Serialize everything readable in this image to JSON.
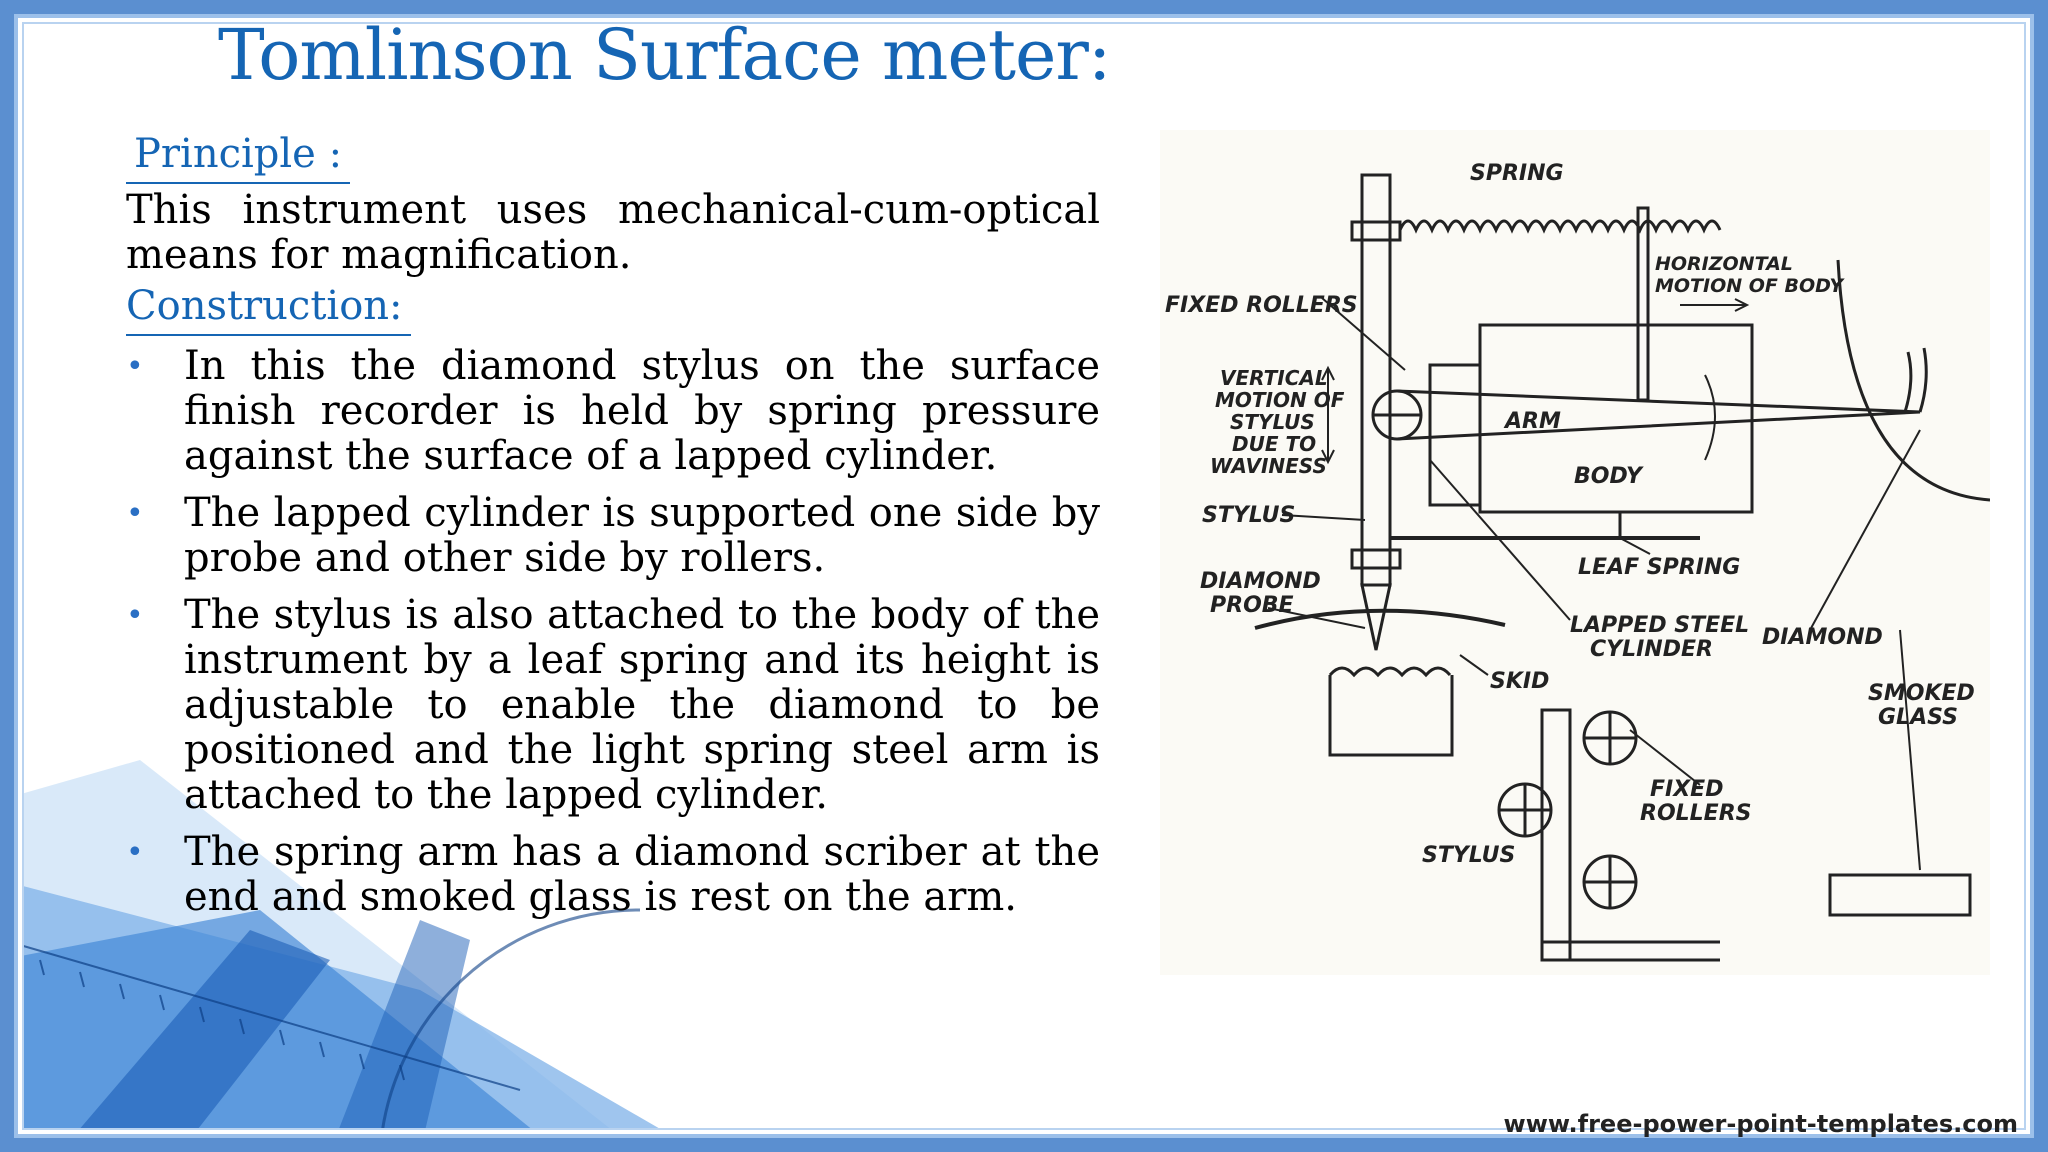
{
  "slide": {
    "title": "Tomlinson Surface meter:",
    "principle_heading": "Principle :",
    "principle_text": "This instrument uses mechanical-cum-optical means for magnification.",
    "construction_heading": "Construction:",
    "bullets": [
      "In this the diamond stylus on the surface finish recorder is held by spring pressure against the surface of a lapped cylinder.",
      "The lapped cylinder is supported one side by probe and other side by rollers.",
      "The stylus is also attached to the body of the instrument by a leaf spring and its height is adjustable to enable the diamond to be positioned and the light spring steel arm is attached to the lapped cylinder.",
      "The spring arm has a diamond scriber at the end and smoked glass is rest on the arm."
    ],
    "footer": "www.free-power-point-templates.com"
  },
  "diagram": {
    "labels": {
      "spring": "SPRING",
      "horizontal_motion_1": "HORIZONTAL",
      "horizontal_motion_2": "MOTION OF BODY",
      "fixed_rollers_top": "FIXED ROLLERS",
      "vertical_1": "VERTICAL",
      "vertical_2": "MOTION OF",
      "vertical_3": "STYLUS",
      "vertical_4": "DUE TO",
      "vertical_5": "WAVINESS",
      "stylus_top": "STYLUS",
      "arm": "ARM",
      "body": "BODY",
      "leaf_spring": "LEAF SPRING",
      "diamond_probe_1": "DIAMOND",
      "diamond_probe_2": "PROBE",
      "lapped_1": "LAPPED STEEL",
      "lapped_2": "CYLINDER",
      "diamond": "DIAMOND",
      "smoked_1": "SMOKED",
      "smoked_2": "GLASS",
      "skid": "SKID",
      "fixed_rollers_b1": "FIXED",
      "fixed_rollers_b2": "ROLLERS",
      "stylus_bottom": "STYLUS"
    }
  }
}
